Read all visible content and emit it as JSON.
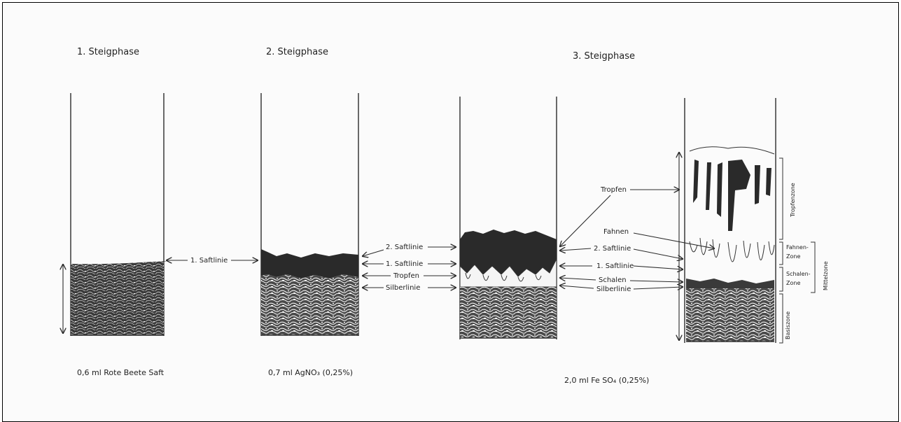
{
  "phases": {
    "p1_title": "1. Steigphase",
    "p2_title": "2. Steigphase",
    "p3_title": "3. Steigphase"
  },
  "labels": {
    "saftlinie1_p1": "1. Saftlinie",
    "saftlinie2_left": "2. Saftlinie",
    "saftlinie1_left": "1. Saftlinie",
    "tropfen_left": "Tropfen",
    "silberlinie_left": "Silberlinie",
    "tropfen_right": "Tropfen",
    "fahnen_right": "Fahnen",
    "saftlinie2_right": "2. Saftlinie",
    "saftlinie1_right": "1. Saftlinie",
    "schalen_right": "Schalen",
    "silberlinie_right": "Silberlinie"
  },
  "zones": {
    "tropfenzone": "Tropfenzone",
    "fahnenzone_1": "Fahnen-",
    "fahnenzone_2": "Zone",
    "schalenzone_1": "Schalen-",
    "schalenzone_2": "Zone",
    "mittelzone": "Mittelzone",
    "basiszone": "Basiszone"
  },
  "footer": {
    "f1": "0,6 ml Rote Beete Saft",
    "f2": "0,7 ml AgNO₃ (0,25%)",
    "f3": "2,0 ml Fe SO₄ (0,25%)"
  }
}
